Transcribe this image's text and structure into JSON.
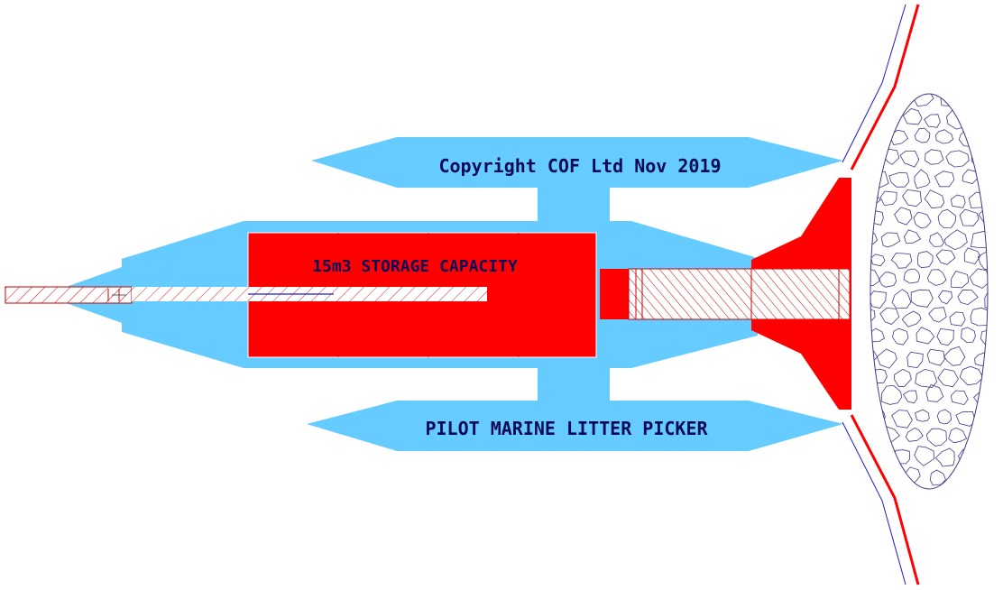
{
  "labels": {
    "copyright": "Copyright COF Ltd Nov 2019",
    "storage": "15m3 STORAGE CAPACITY",
    "name": "PILOT MARINE LITTER PICKER"
  },
  "colors": {
    "hull": "#66ccff",
    "tank": "#ff0000",
    "hatch": "#cc0000",
    "boom_outline": "#1a1acc",
    "litter": "#3a3a8a",
    "fairing": "#666666"
  }
}
